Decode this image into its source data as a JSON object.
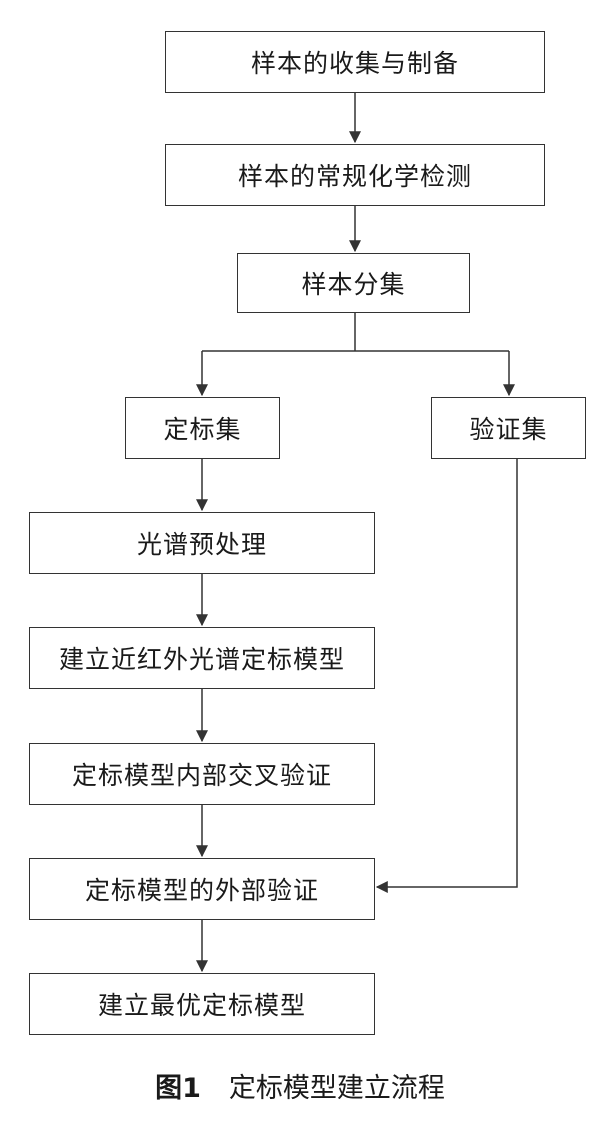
{
  "diagram": {
    "nodes": [
      {
        "id": "collect",
        "label": "样本的收集与制备"
      },
      {
        "id": "chem",
        "label": "样本的常规化学检测"
      },
      {
        "id": "split",
        "label": "样本分集"
      },
      {
        "id": "calib_set",
        "label": "定标集"
      },
      {
        "id": "valid_set",
        "label": "验证集"
      },
      {
        "id": "preprocess",
        "label": "光谱预处理"
      },
      {
        "id": "build",
        "label": "建立近红外光谱定标模型"
      },
      {
        "id": "crossval",
        "label": "定标模型内部交叉验证"
      },
      {
        "id": "extval",
        "label": "定标模型的外部验证"
      },
      {
        "id": "best",
        "label": "建立最优定标模型"
      }
    ],
    "edges": [
      {
        "from": "collect",
        "to": "chem"
      },
      {
        "from": "chem",
        "to": "split"
      },
      {
        "from": "split",
        "to": "calib_set"
      },
      {
        "from": "split",
        "to": "valid_set"
      },
      {
        "from": "calib_set",
        "to": "preprocess"
      },
      {
        "from": "preprocess",
        "to": "build"
      },
      {
        "from": "build",
        "to": "crossval"
      },
      {
        "from": "crossval",
        "to": "extval"
      },
      {
        "from": "valid_set",
        "to": "extval"
      },
      {
        "from": "extval",
        "to": "best"
      }
    ]
  },
  "caption": {
    "number": "图1",
    "title": "定标模型建立流程"
  },
  "colors": {
    "line": "#333333",
    "text": "#1a1a1a"
  }
}
